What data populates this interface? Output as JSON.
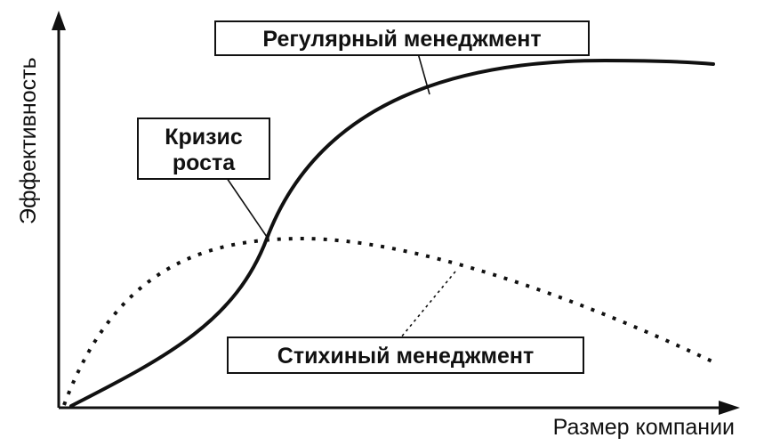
{
  "diagram": {
    "y_axis_label": "Эффективность",
    "x_axis_label": "Размер компании",
    "callouts": {
      "regular": "Регулярный менеджмент",
      "crisis_line1": "Кризис",
      "crisis_line2": "роста",
      "spontaneous": "Стихиный менеджмент"
    },
    "colors": {
      "ink": "#111111",
      "background": "#ffffff"
    }
  }
}
